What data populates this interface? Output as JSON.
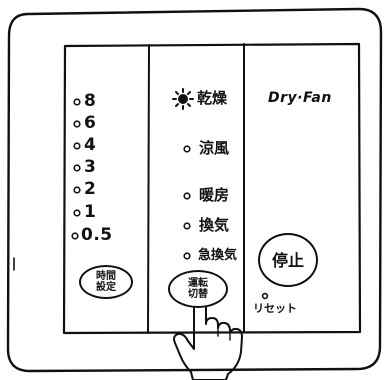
{
  "brand": "Dry·Fan",
  "timer_options": [
    "8",
    "6",
    "4",
    "3",
    "2",
    "1",
    "0.5"
  ],
  "timer_button": {
    "line1": "時間",
    "line2": "設定"
  },
  "modes": [
    {
      "label": "乾燥",
      "indicator": "sun-icon",
      "active": true
    },
    {
      "label": "涼風",
      "indicator": "lamp-dot",
      "active": false
    },
    {
      "label": "暖房",
      "indicator": "lamp-dot",
      "active": false
    },
    {
      "label": "換気",
      "indicator": "lamp-dot",
      "active": false
    },
    {
      "label": "急換気",
      "indicator": "lamp-dot",
      "active": false
    }
  ],
  "run_button": {
    "line1": "運転",
    "line2": "切替"
  },
  "stop_button": {
    "label": "停止"
  },
  "reset_label": "リセット",
  "pointer": "hand-pointer-icon"
}
